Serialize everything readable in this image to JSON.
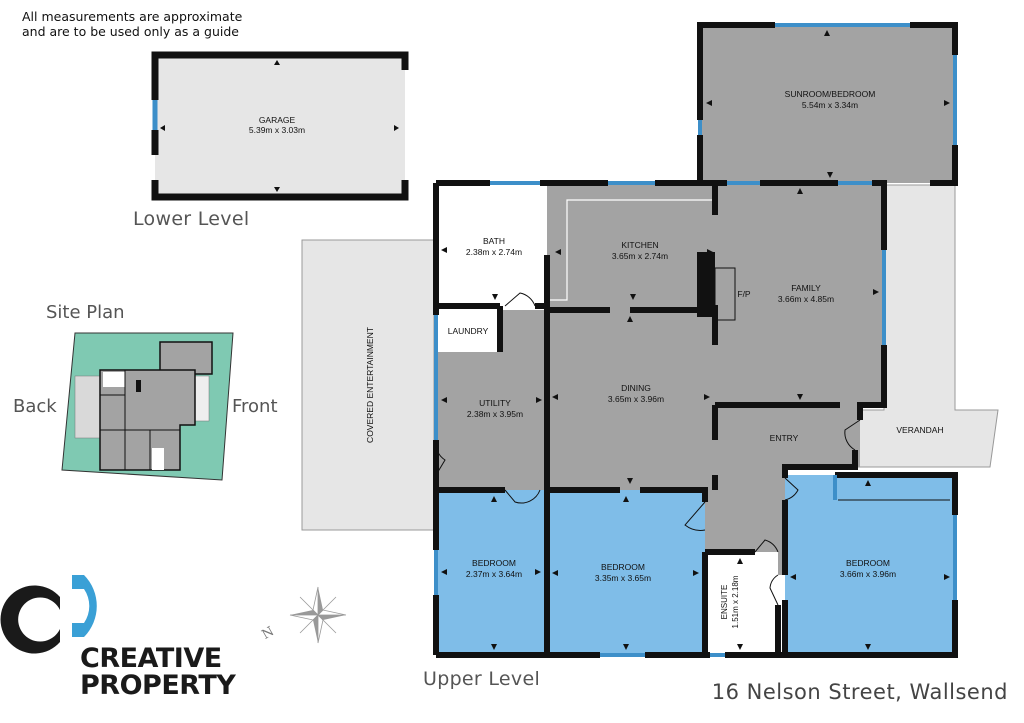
{
  "disclaimer": {
    "line1": "All measurements are approximate",
    "line2": "and are to be used only as a guide"
  },
  "levels": {
    "lower": "Lower Level",
    "upper": "Upper Level"
  },
  "site_plan": {
    "title": "Site Plan",
    "back": "Back",
    "front": "Front"
  },
  "rooms": {
    "garage": {
      "name": "GARAGE",
      "size": "5.39m x 3.03m"
    },
    "sunroom": {
      "name": "SUNROOM/BEDROOM",
      "size": "5.54m x 3.34m"
    },
    "bath": {
      "name": "BATH",
      "size": "2.38m x 2.74m"
    },
    "kitchen": {
      "name": "KITCHEN",
      "size": "3.65m x 2.74m"
    },
    "family": {
      "name": "FAMILY",
      "size": "3.66m x 4.85m"
    },
    "fireplace": {
      "name": "F/P"
    },
    "laundry": {
      "name": "LAUNDRY"
    },
    "utility": {
      "name": "UTILITY",
      "size": "2.38m x 3.95m"
    },
    "dining": {
      "name": "DINING",
      "size": "3.65m x 3.96m"
    },
    "entry": {
      "name": "ENTRY"
    },
    "verandah": {
      "name": "VERANDAH"
    },
    "covered_entertainment": {
      "name": "COVERED ENTERTAINMENT"
    },
    "bedroom1": {
      "name": "BEDROOM",
      "size": "2.37m x 3.64m"
    },
    "bedroom2": {
      "name": "BEDROOM",
      "size": "3.35m x 3.65m"
    },
    "bedroom3": {
      "name": "BEDROOM",
      "size": "3.66m x 3.96m"
    },
    "ensuite": {
      "name": "ENSUITE",
      "size": "1.51m x 2.18m"
    }
  },
  "brand": {
    "line1": "CREATIVE",
    "line2": "PROPERTY"
  },
  "compass": {
    "letter": "N"
  },
  "address": "16 Nelson Street, Wallsend",
  "colors": {
    "grey_floor": "#a3a3a3",
    "bedroom_blue": "#7fbde8",
    "window_blue": "#3d8fc9",
    "wall": "#111111",
    "light_grey": "#e6e6e6",
    "site_green": "#7fc9b2",
    "logo_blue": "#3aa0d6"
  }
}
